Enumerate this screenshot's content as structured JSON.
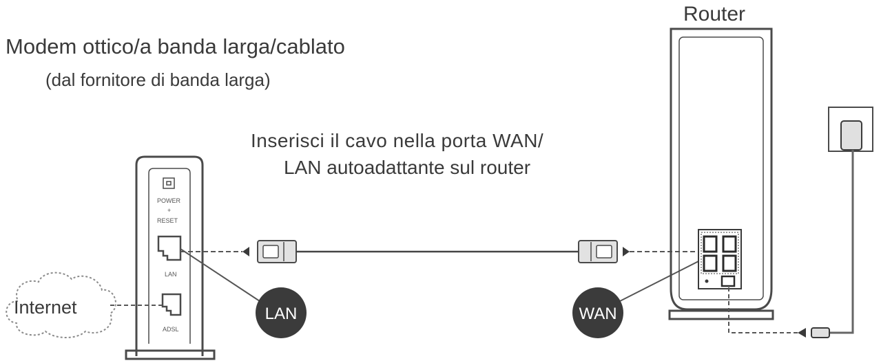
{
  "labels": {
    "router_title": "Router",
    "modem_title": "Modem ottico/a banda larga/cablato",
    "modem_subtitle": "(dal fornitore di banda larga)",
    "instruction_line1": "Inserisci il cavo nella porta WAN/",
    "instruction_line2": "LAN autoadattante sul router",
    "internet": "Internet",
    "lan_badge": "LAN",
    "wan_badge": "WAN",
    "modem_power": "POWER",
    "modem_reset": "RESET",
    "modem_lan_port": "LAN",
    "modem_adsl_port": "ADSL"
  },
  "colors": {
    "badge_fill": "#3b3b3b",
    "line": "#555555",
    "background": "#ffffff"
  }
}
